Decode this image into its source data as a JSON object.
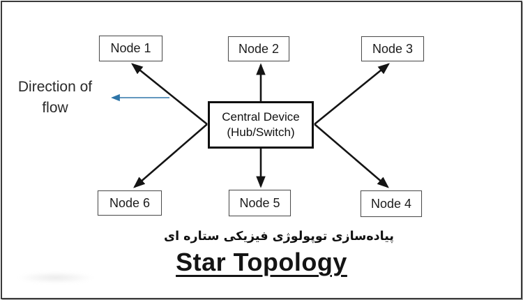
{
  "diagram": {
    "flow_label": {
      "line1": "Direction of",
      "line2": "flow"
    },
    "flow_arrow": {
      "direction": "left",
      "color": "#2e75a8"
    },
    "central": {
      "line1": "Central Device",
      "line2": "(Hub/Switch)"
    },
    "nodes": [
      {
        "label": "Node 1"
      },
      {
        "label": "Node 2"
      },
      {
        "label": "Node 3"
      },
      {
        "label": "Node 4"
      },
      {
        "label": "Node 5"
      },
      {
        "label": "Node 6"
      }
    ],
    "connections": [
      {
        "from": "Central Device",
        "to": "Node 1"
      },
      {
        "from": "Central Device",
        "to": "Node 2"
      },
      {
        "from": "Central Device",
        "to": "Node 3"
      },
      {
        "from": "Central Device",
        "to": "Node 4"
      },
      {
        "from": "Central Device",
        "to": "Node 5"
      },
      {
        "from": "Central Device",
        "to": "Node 6"
      }
    ],
    "colors": {
      "link_arrow": "#141414",
      "node_border": "#4d4d4d",
      "central_border": "#0f0f0f",
      "flow_arrow": "#2e75a8",
      "frame_border": "#3a3a3a"
    }
  },
  "caption": {
    "persian": "پیاده‌سازی توپولوژی فیزیکی ستاره ای"
  },
  "title": {
    "text": "Star Topology"
  }
}
